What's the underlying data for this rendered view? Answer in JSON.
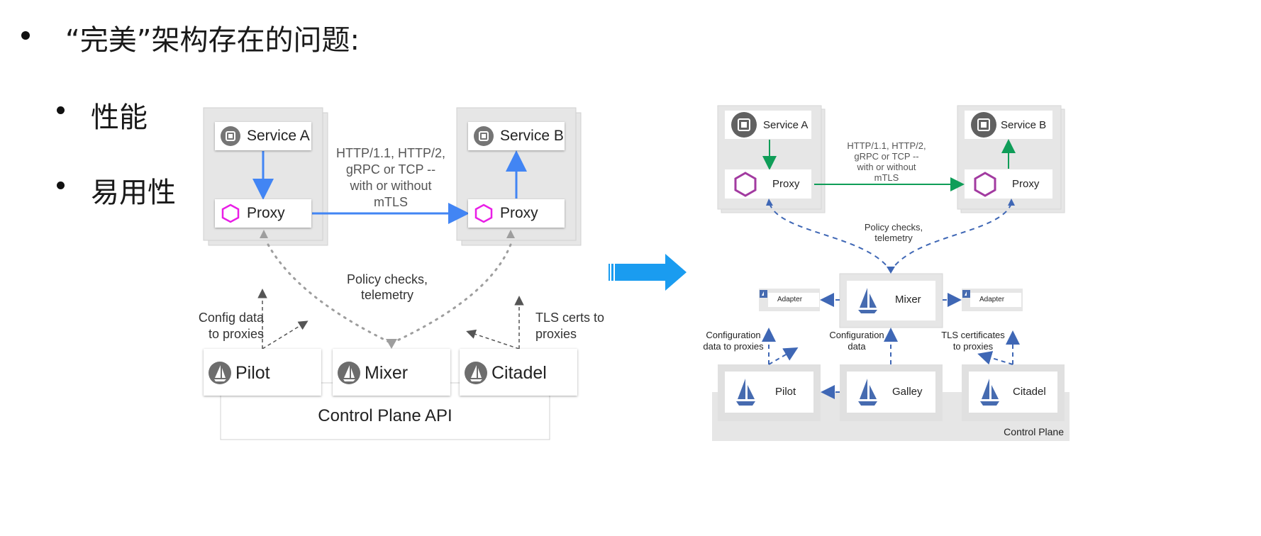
{
  "slide": {
    "heading": "“完美”架构存在的问题:",
    "items": [
      "性能",
      "易用性"
    ]
  },
  "left_diagram": {
    "service_a": "Service A",
    "service_b": "Service B",
    "proxy": "Proxy",
    "protocol": [
      "HTTP/1.1, HTTP/2,",
      "gRPC or TCP --",
      "with or without",
      "mTLS"
    ],
    "policy": [
      "Policy checks,",
      "telemetry"
    ],
    "config": [
      "Config data",
      "to proxies"
    ],
    "tls": [
      "TLS certs to",
      "proxies"
    ],
    "pilot": "Pilot",
    "mixer": "Mixer",
    "citadel": "Citadel",
    "control_plane": "Control Plane API",
    "colors": {
      "arrow_blue": "#4285f4",
      "proxy_magenta": "#e91ee6",
      "dots": "#9e9e9e"
    }
  },
  "arrow": {
    "color": "#1a9cf0"
  },
  "right_diagram": {
    "service_a": "Service A",
    "service_b": "Service B",
    "proxy": "Proxy",
    "protocol": [
      "HTTP/1.1, HTTP/2,",
      "gRPC or TCP --",
      "with or without",
      "mTLS"
    ],
    "policy": [
      "Policy checks,",
      "telemetry"
    ],
    "mixer": "Mixer",
    "adapter": "Adapter",
    "config_proxies": [
      "Configuration",
      "data to proxies"
    ],
    "config_data": [
      "Configuration",
      "data"
    ],
    "tls": [
      "TLS certificates",
      "to proxies"
    ],
    "pilot": "Pilot",
    "galley": "Galley",
    "citadel": "Citadel",
    "control_plane": "Control Plane",
    "colors": {
      "green": "#0f9d58",
      "dashed_blue": "#3f67b5",
      "sail_blue": "#466bb0",
      "proxy_purple": "#a23aa0"
    }
  }
}
